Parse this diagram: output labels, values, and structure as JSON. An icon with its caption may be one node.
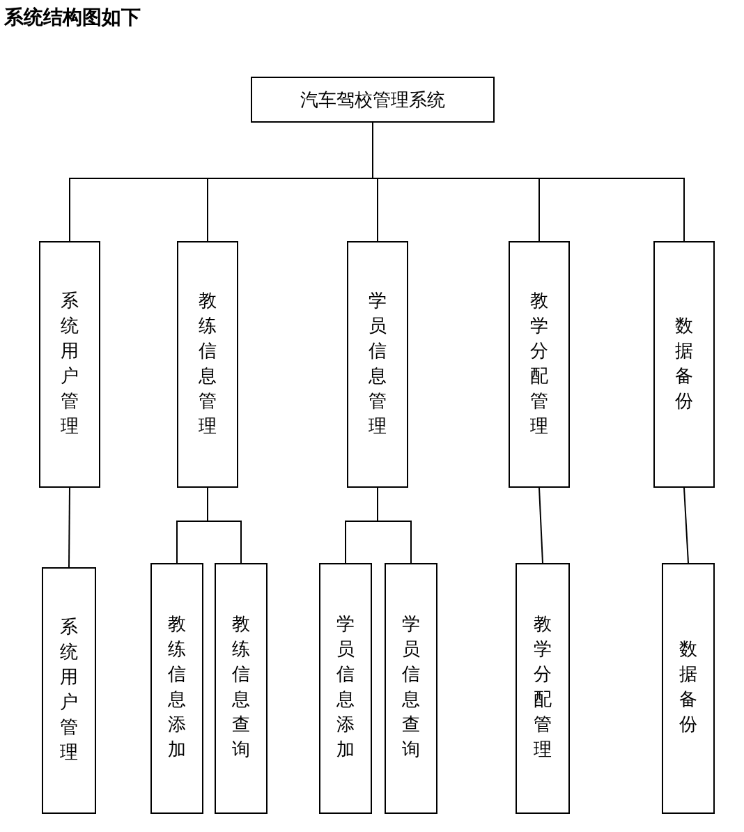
{
  "diagram": {
    "title": "系统结构图如下",
    "nodes": [
      {
        "text": [
          "汽车驾校管理系统"
        ]
      },
      {
        "text": [
          "系统用户管理"
        ]
      },
      {
        "text": [
          "教练信息管理"
        ]
      },
      {
        "text": [
          "学员信息管理"
        ]
      },
      {
        "text": [
          "教学分配管理"
        ]
      },
      {
        "text": [
          "数据备份"
        ]
      },
      {
        "text": [
          "系统用户管理"
        ]
      },
      {
        "text": [
          "教练信息添加"
        ]
      },
      {
        "text": [
          "教练信息查询"
        ]
      },
      {
        "text": [
          "学员信息添加"
        ]
      },
      {
        "text": [
          "学员信息查询"
        ]
      },
      {
        "text": [
          "教学分配管理"
        ]
      },
      {
        "text": [
          "数据备份"
        ]
      }
    ],
    "edges": [
      {
        "from": 0,
        "to": 1,
        "arrow": "none"
      },
      {
        "from": 0,
        "to": 2,
        "arrow": "none"
      },
      {
        "from": 0,
        "to": 3,
        "arrow": "none"
      },
      {
        "from": 0,
        "to": 4,
        "arrow": "none"
      },
      {
        "from": 0,
        "to": 5,
        "arrow": "none"
      },
      {
        "from": 1,
        "to": 6,
        "arrow": "none"
      },
      {
        "from": 2,
        "to": 7,
        "arrow": "none"
      },
      {
        "from": 2,
        "to": 8,
        "arrow": "none"
      },
      {
        "from": 3,
        "to": 9,
        "arrow": "none"
      },
      {
        "from": 3,
        "to": 10,
        "arrow": "none"
      },
      {
        "from": 4,
        "to": 11,
        "arrow": "none"
      },
      {
        "from": 5,
        "to": 12,
        "arrow": "none"
      }
    ]
  }
}
